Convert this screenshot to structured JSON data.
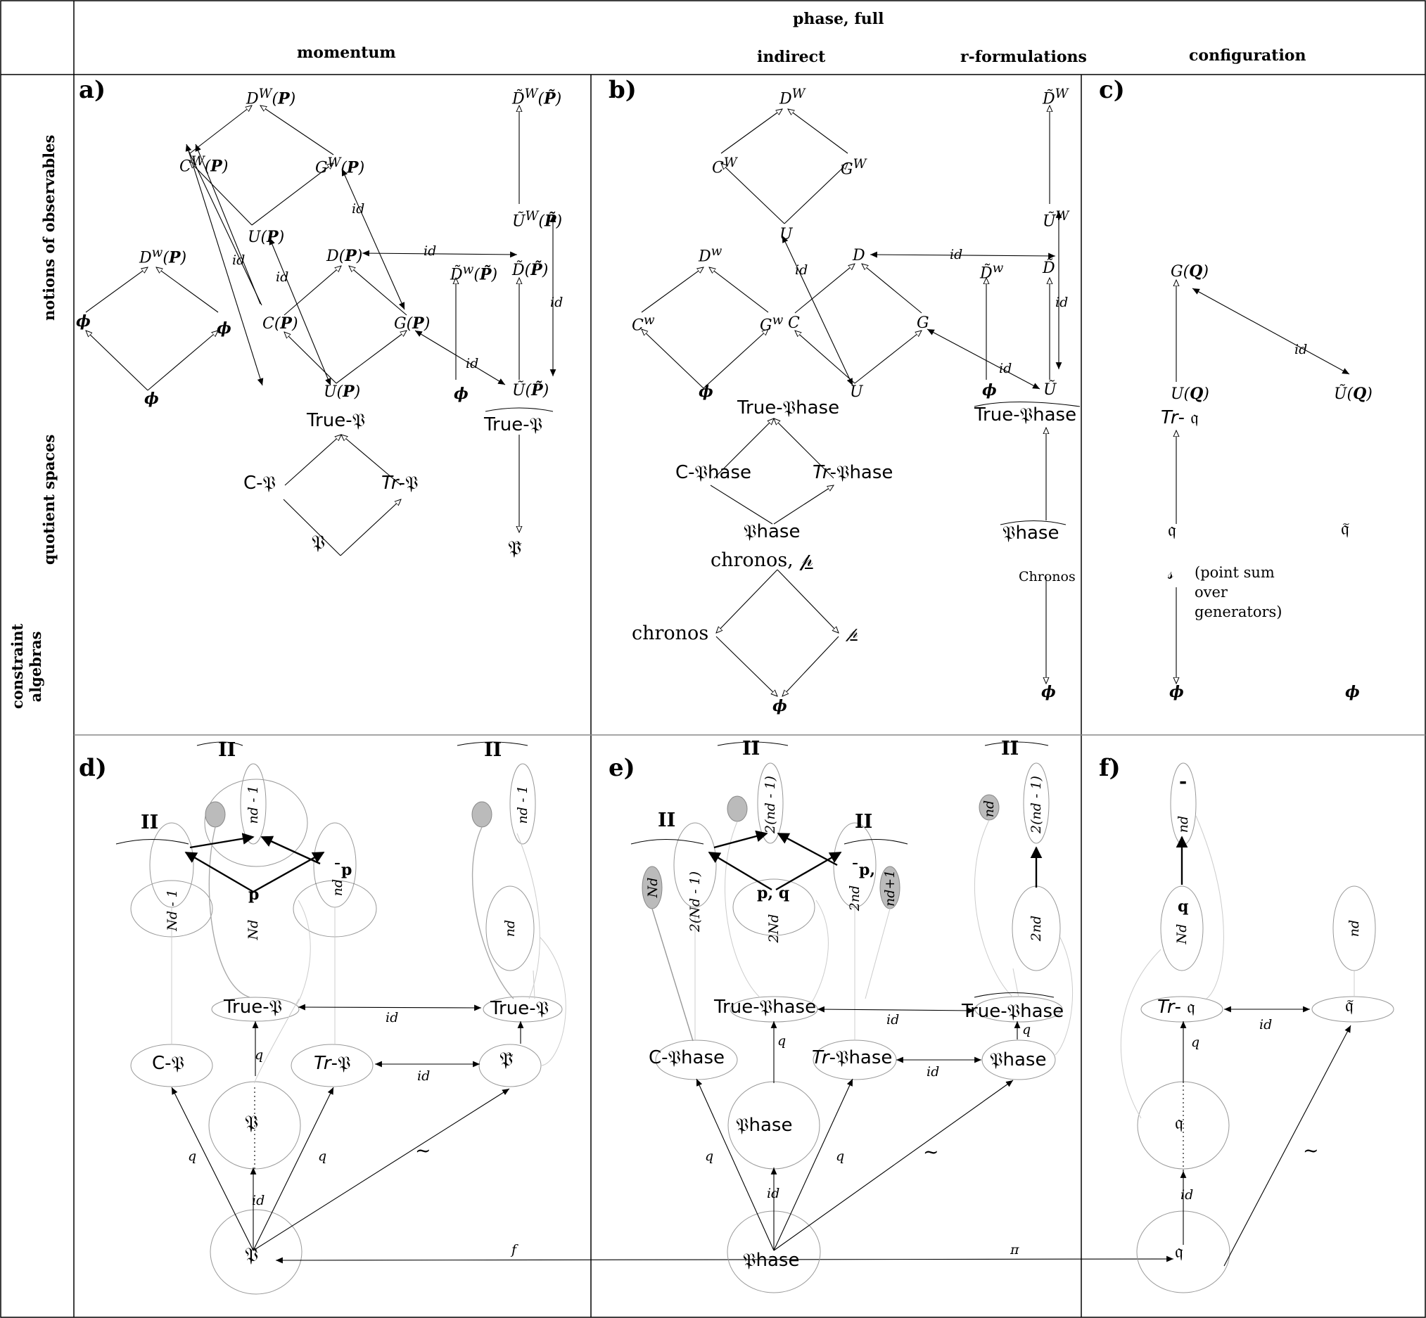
{
  "headers": {
    "phase_full": "phase, full",
    "momentum": "momentum",
    "indirect": "indirect",
    "r_formulations": "r-formulations",
    "configuration": "configuration"
  },
  "row_labels": {
    "observables": "notions of observables",
    "quotient": "quotient spaces",
    "constraint": "constraint\nalgebras"
  },
  "panels": {
    "a": "a)",
    "b": "b)",
    "c": "c)",
    "d": "d)",
    "e": "e)",
    "f": "f)"
  },
  "edge_labels": {
    "id": "id",
    "q": "q",
    "f": "f",
    "pi": "π",
    "tilde": "~"
  },
  "brace_label": "II",
  "nodes": {
    "DWP": "D<sup>W</sup>(<b>P</b>)",
    "CWP": "C<sup>W</sup>(<b>P</b>)",
    "GWP": "G<sup>W</sup>(<b>P</b>)",
    "UP1": "U(<b>P</b>)",
    "DwP": "D<sup>w</sup>(<b>P</b>)",
    "phi_l": "ϕ",
    "phi_r": "ϕ",
    "phi_b": "ϕ",
    "DP": "D(<b>P</b>)",
    "CP": "C(<b>P</b>)",
    "GP": "G(<b>P</b>)",
    "UP2": "U(<b>P</b>)",
    "tDWP": "D̃<sup>W</sup>(<b>P̃</b>)",
    "tUWP": "Ũ<sup>W</sup>(<b>P̃</b>)",
    "tDwP": "D̃<sup>w</sup>(<b>P̃</b>)",
    "tDP": "D̃(<b>P̃</b>)",
    "phi_a": "ϕ",
    "tUP": "Ũ(<b>P̃</b>)",
    "TrueP_a": "True-𝔓",
    "CP_a": "C-𝔓",
    "TrP_a": "<i>Tr</i>-𝔓",
    "P_a": "𝔓",
    "TrueP_t": "True-𝔓",
    "tP_a": "𝔓̃",
    "DW_b": "D<sup>W</sup>",
    "CW_b": "C<sup>W</sup>",
    "GW_b": "G<sup>W</sup>",
    "U_b1": "U",
    "Dw_b": "D<sup>w</sup>",
    "Cw_b": "C<sup>w</sup>",
    "Gw_b": "G<sup>w</sup>",
    "phi_b1": "ϕ",
    "D_b": "D",
    "C_b": "C",
    "G_b": "G",
    "U_b2": "U",
    "tDW_b": "D̃<sup>W</sup>",
    "tUW_b": "Ũ<sup>W</sup>",
    "tDw_b": "D̃<sup>w</sup>",
    "tD_b": "D̃",
    "phi_b2": "ϕ",
    "tU_b": "Ũ",
    "TruePh_b": "True-𝔓hase",
    "CPh_b": "C-𝔓hase",
    "TrPh_b": "<i>Tr</i>-𝔓hase",
    "Ph_b": "𝔓hase",
    "chronosP": "chronos, <u>𝓅</u>",
    "chronos": "chronos",
    "Pu": "<u>𝓅</u>",
    "phi_b3": "ϕ",
    "TruePh_t": "True-𝔓hase",
    "tPh_b": "𝔓hase",
    "Chronos": "Chronos",
    "phi_b4": "ϕ",
    "GQ": "G(<b>Q</b>)",
    "UQ": "U(<b>Q</b>)",
    "tUQ": "Ũ(<b>Q</b>)",
    "Trq": "<i>Tr</i>- 𝔮",
    "q_c": "𝔮",
    "tq_c": "𝔮̃",
    "S_c": "𝓈",
    "phi_c1": "ϕ",
    "phi_c2": "ϕ",
    "TrueP_d": "True-𝔓",
    "CP_d": "C-𝔓",
    "TrP_d": "<i>Tr</i>-𝔓",
    "P_d": "𝔓",
    "P_d2": "𝔓",
    "TrueP_dt": "True-𝔓",
    "tP_d": "𝔓̃",
    "Nd1_d": "Nd - 1",
    "nd1_d": "nd - 1",
    "ndp_d": "nd",
    "nd1_dt": "nd - 1",
    "nd_dt": "nd",
    "p_d": "p",
    "Nd_d": "Nd",
    "ndbar_d": "¯p",
    "TruePh_e": "True-𝔓hase",
    "CPh_e": "C-𝔓hase",
    "TrPh_e": "<i>Tr</i>-𝔓hase",
    "Ph_e": "𝔓hase",
    "Ph_e2": "𝔓hase",
    "TruePh_et": "True-𝔓hase",
    "tPh_e": "𝔓hase",
    "Nd_e": "Nd",
    "Nd1_e": "2(Nd - 1)",
    "nd1_e": "2(nd - 1)",
    "ndp_e": "2nd",
    "nd1p_e": "nd+1",
    "nd1_et": "2(nd - 1)",
    "nd_et": "nd",
    "2nd_et": "2nd",
    "pq_e": "p, q",
    "2Nd_e": "2Nd",
    "ndbar_e": "¯p, ",
    "Trq_f": "<i>Tr</i>- 𝔮",
    "tq_f": "𝔮̃",
    "q_f": "𝔮",
    "q_f2": "𝔮",
    "Nd_f": "Nd",
    "nd_f": "nd",
    "ndbar_f": "nd",
    "qlab_f": "q",
    "bar_f": "-"
  },
  "note_c": "(point sum over generators)"
}
